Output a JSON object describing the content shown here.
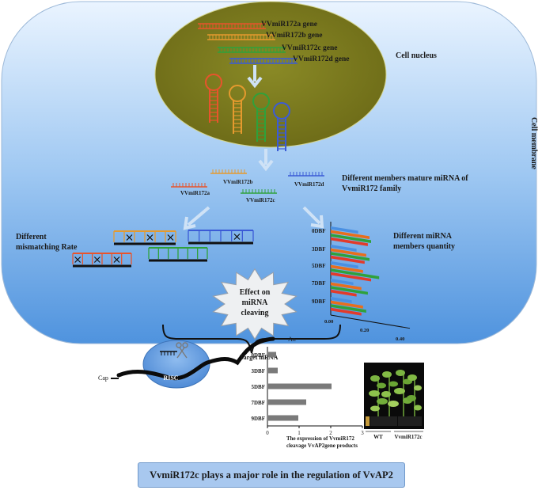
{
  "cell": {
    "membrane_label": "Cell membrane",
    "nucleus_label": "Cell nucleus"
  },
  "genes": [
    {
      "label": "VVmiR172a gene",
      "color": "#e8542c"
    },
    {
      "label": "VVmiR172b gene",
      "color": "#e59a2e"
    },
    {
      "label": "VVmiR172c gene",
      "color": "#2fa13b"
    },
    {
      "label": "VVmiR172d gene",
      "color": "#3b5bd6"
    }
  ],
  "mature": {
    "caption_line1": "Different members mature miRNA of",
    "caption_line2": "VvmiR172 family",
    "members": [
      {
        "label": "VVmiR172a",
        "color": "#e8542c"
      },
      {
        "label": "VVmiR172b",
        "color": "#e59a2e"
      },
      {
        "label": "VVmiR172c",
        "color": "#2fa13b"
      },
      {
        "label": "VVmiR172d",
        "color": "#3b5bd6"
      }
    ]
  },
  "mismatch": {
    "label_line1": "Different",
    "label_line2": "mismatching Rate"
  },
  "quantity": {
    "label_line1": "Different miRNA",
    "label_line2": "members quantity"
  },
  "effect": {
    "line1": "Effect on",
    "line2": "miRNA",
    "line3": "cleaving"
  },
  "mrna": {
    "cap": "Cap",
    "tail": "An",
    "target": "Target mRNA",
    "risc": "RISC"
  },
  "plant_labels": {
    "wt": "WT",
    "mutant": "VvmiR172c"
  },
  "banner": "VvmiR172c plays a major role in  the regulation of VvAP2",
  "chart_data": [
    {
      "type": "bar",
      "orientation": "horizontal",
      "categories": [
        "0DBF",
        "3DBF",
        "5DBF",
        "7DBF",
        "9DBF"
      ],
      "x_ticks": [
        "0.00",
        "0.20",
        "0.40"
      ],
      "xlim": [
        0,
        0.4
      ],
      "series": [
        {
          "color": "#4a90e2",
          "values": [
            0.17,
            0.16,
            0.17,
            0.14,
            0.13
          ]
        },
        {
          "color": "#e86e1c",
          "values": [
            0.24,
            0.22,
            0.2,
            0.19,
            0.2
          ]
        },
        {
          "color": "#2fa13b",
          "values": [
            0.25,
            0.24,
            0.3,
            0.23,
            0.22
          ]
        },
        {
          "color": "#e23b2a",
          "values": [
            0.23,
            0.21,
            0.25,
            0.16,
            0.19
          ]
        }
      ]
    },
    {
      "type": "bar",
      "orientation": "horizontal",
      "categories": [
        "0DBF",
        "3DBF",
        "5DBF",
        "7DBF",
        "9DBF"
      ],
      "values": [
        0.25,
        0.3,
        2.0,
        1.2,
        0.95
      ],
      "x_ticks": [
        "0",
        "1",
        "2",
        "3"
      ],
      "xlim": [
        0,
        3
      ],
      "color": "#7a7a7a",
      "caption_line1": "The expression of VvmiR172",
      "caption_line2": "cleavage VvAP2gene products"
    }
  ]
}
